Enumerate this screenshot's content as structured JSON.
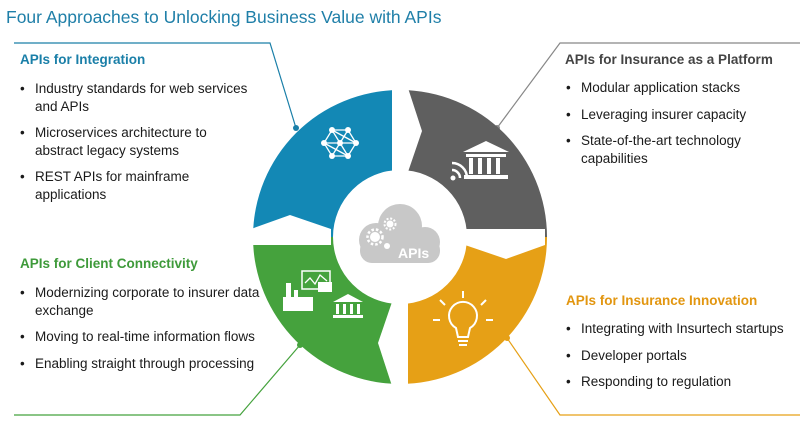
{
  "title": "Four Approaches to Unlocking Business Value with APIs",
  "center_label": "APIs",
  "colors": {
    "integration": "#1388b5",
    "platform": "#5f5f5f",
    "connectivity": "#45a23d",
    "innovation": "#e6a016",
    "cloud": "#c8c8c8"
  },
  "quadrants": {
    "integration": {
      "title": "APIs for Integration",
      "items": [
        "Industry standards for web services and APIs",
        "Microservices architecture to abstract legacy systems",
        "REST APIs for mainframe applications"
      ],
      "icon": "network-mesh-icon"
    },
    "platform": {
      "title": "APIs for Insurance as a Platform",
      "items": [
        "Modular application stacks",
        "Leveraging insurer capacity",
        "State-of-the-art technology capabilities"
      ],
      "icon": "bank-wireless-icon"
    },
    "connectivity": {
      "title": "APIs for Client Connectivity",
      "items": [
        "Modernizing corporate to insurer data exchange",
        "Moving to real-time information flows",
        "Enabling straight through processing"
      ],
      "icon": "industry-bank-icon"
    },
    "innovation": {
      "title": "APIs for Insurance Innovation",
      "items": [
        "Integrating with Insurtech startups",
        "Developer portals",
        "Responding to regulation"
      ],
      "icon": "lightbulb-icon"
    }
  }
}
